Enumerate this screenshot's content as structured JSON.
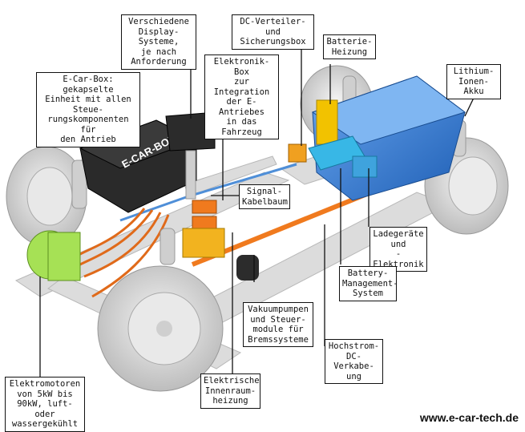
{
  "labels": {
    "display": "Verschiedene\nDisplay-Systeme,\nje nach\nAnforderung",
    "dc_verteiler": "DC-Verteiler- und\nSicherungsbox",
    "batterie_heizung": "Batterie-\nHeizung",
    "lithium": "Lithium-\nIonen- Akku",
    "ecarbox": "E-Car-Box: gekapselte\nEinheit mit allen Steue-\nrungskomponenten für\nden Antrieb",
    "elektronik_box": "Elektronik-Box\nzur Integration\nder E-Antriebes\nin das Fahrzeug",
    "signal": "Signal-\nKabelbaum",
    "ladegeraete": "Ladegeräte\nund\n-Elektronik",
    "bms": "Battery-\nManagement-\nSystem",
    "vakuum": "Vakuumpumpen\nund Steuer-\nmodule für\nBremssysteme",
    "hochstrom": "Hochstrom-\nDC-Verkabe-\nung",
    "elektromotoren": "Elektromotoren\nvon 5kW bis\n90kW, luft- oder\nwassergekühlt",
    "innenraum": "Elektrische\nInnenraum-\nheizung"
  },
  "box_logo": "E-CAR-BOX",
  "credit": "www.e-car-tech.de",
  "colors": {
    "battery": "#3a7fd8",
    "orange": "#f07a1e",
    "yellow": "#f2c200",
    "green": "#9ee04a",
    "frame": "#d8d8d8"
  }
}
